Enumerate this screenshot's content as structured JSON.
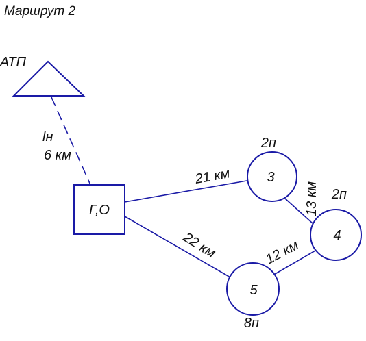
{
  "title": "Маршрут 2",
  "depot": {
    "label": "АТП"
  },
  "start_node": {
    "label": "Г,О"
  },
  "depot_link": {
    "name": "lн",
    "distance": "6 км"
  },
  "nodes": [
    {
      "id": "3",
      "load": "2п"
    },
    {
      "id": "4",
      "load": "2п"
    },
    {
      "id": "5",
      "load": "8п"
    }
  ],
  "edges": [
    {
      "from": "Г,О",
      "to": "3",
      "distance": "21 км"
    },
    {
      "from": "3",
      "to": "4",
      "distance": "13 км"
    },
    {
      "from": "4",
      "to": "5",
      "distance": "12 км"
    },
    {
      "from": "Г,О",
      "to": "5",
      "distance": "22 км"
    }
  ],
  "colors": {
    "line": "#1a1aa6",
    "text": "#111111"
  }
}
